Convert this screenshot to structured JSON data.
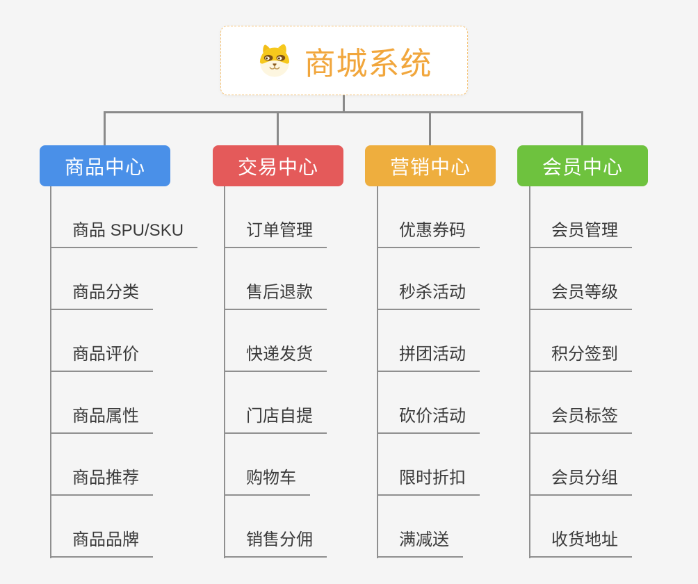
{
  "canvas": {
    "background": "#f5f5f5"
  },
  "connector_color": "#8a8a8a",
  "subline_color": "#8f8f8f",
  "root": {
    "title": "商城系统",
    "icon": "doge-face-icon",
    "title_color": "#f1a63c",
    "border_color": "#f6c478",
    "background": "#ffffff"
  },
  "branches": [
    {
      "label": "商品中心",
      "color": "#4a90e8",
      "children": [
        {
          "label": "商品 SPU/SKU"
        },
        {
          "label": "商品分类"
        },
        {
          "label": "商品评价"
        },
        {
          "label": "商品属性"
        },
        {
          "label": "商品推荐"
        },
        {
          "label": "商品品牌"
        }
      ]
    },
    {
      "label": "交易中心",
      "color": "#e45a5a",
      "children": [
        {
          "label": "订单管理"
        },
        {
          "label": "售后退款"
        },
        {
          "label": "快递发货"
        },
        {
          "label": "门店自提"
        },
        {
          "label": "购物车"
        },
        {
          "label": "销售分佣"
        }
      ]
    },
    {
      "label": "营销中心",
      "color": "#eeae3e",
      "children": [
        {
          "label": "优惠券码"
        },
        {
          "label": "秒杀活动"
        },
        {
          "label": "拼团活动"
        },
        {
          "label": "砍价活动"
        },
        {
          "label": "限时折扣"
        },
        {
          "label": "满减送"
        }
      ]
    },
    {
      "label": "会员中心",
      "color": "#6ec23e",
      "children": [
        {
          "label": "会员管理"
        },
        {
          "label": "会员等级"
        },
        {
          "label": "积分签到"
        },
        {
          "label": "会员标签"
        },
        {
          "label": "会员分组"
        },
        {
          "label": "收货地址"
        }
      ]
    }
  ]
}
